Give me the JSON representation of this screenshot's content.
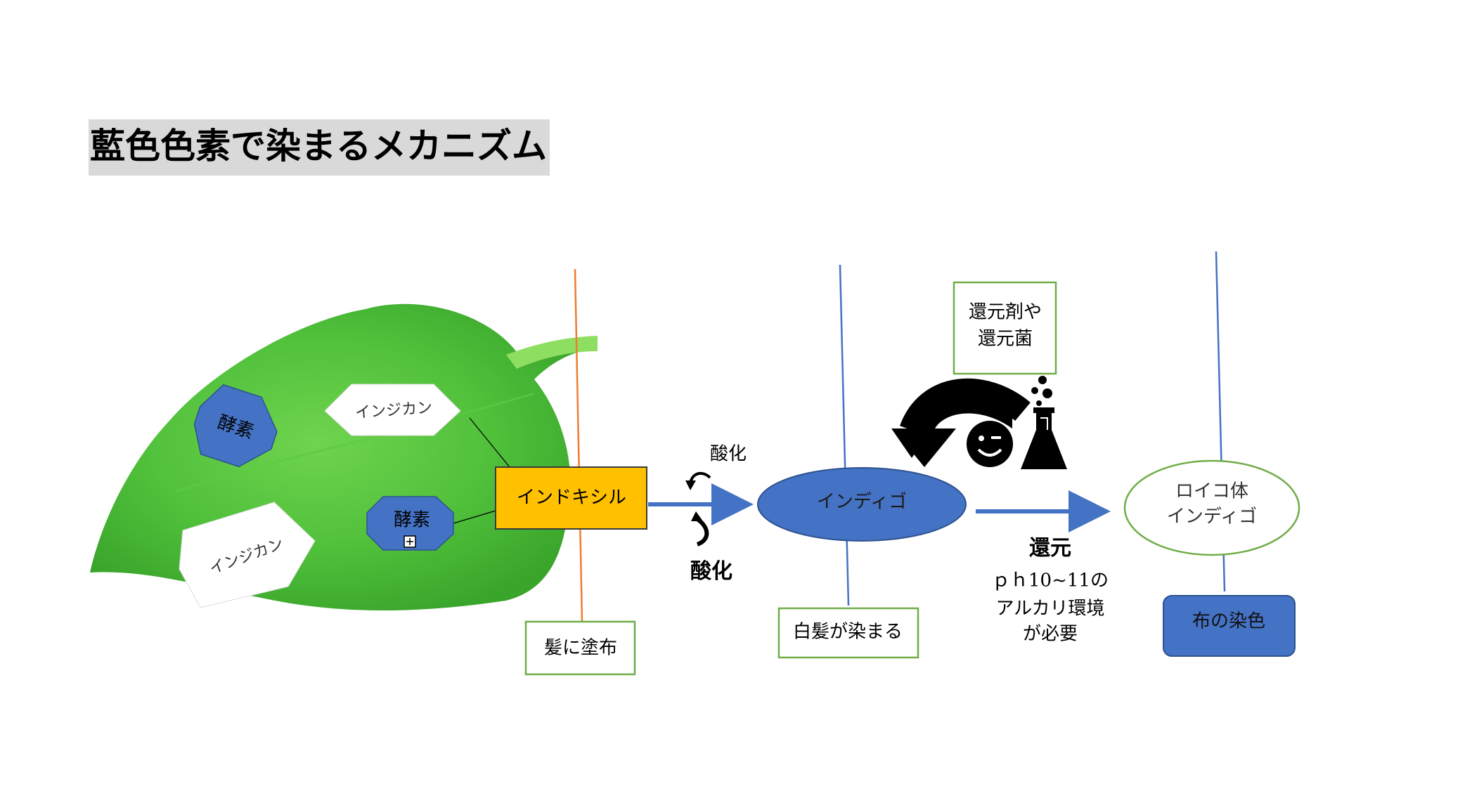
{
  "title": "藍色色素で染まるメカニズム",
  "leaf": {
    "enzyme_top": "酵素",
    "indican_top": "インジカン",
    "indican_bottom": "インジカン",
    "enzyme_bottom": "酵素",
    "plus_symbol": "+"
  },
  "nodes": {
    "indoxyl": "インドキシル",
    "hair_apply": "髪に塗布",
    "oxidation_small": "酸化",
    "oxidation_bold": "酸化",
    "indigo": "インディゴ",
    "white_hair": "白髪が染まる",
    "reducing_agent_line1": "還元剤や",
    "reducing_agent_line2": "還元菌",
    "reduction": "還元",
    "condition_line1": "ｐｈ10~11の",
    "condition_line2": "アルカリ環境",
    "condition_line3": "が必要",
    "leuco_line1": "ロイコ体",
    "leuco_line2": "インディゴ",
    "cloth_dye": "布の染色"
  },
  "colors": {
    "leaf_green": "#4fbf3a",
    "enzyme_blue": "#4472c4",
    "indoxyl_fill": "#ffc000",
    "green_border": "#70ad47",
    "orange_line": "#ed7d31",
    "arrow_blue": "#4472c4",
    "title_bg": "#d9d9d9"
  },
  "icons": [
    "curved-arrow-icon",
    "wink-face-icon",
    "flask-icon",
    "plus-icon"
  ]
}
